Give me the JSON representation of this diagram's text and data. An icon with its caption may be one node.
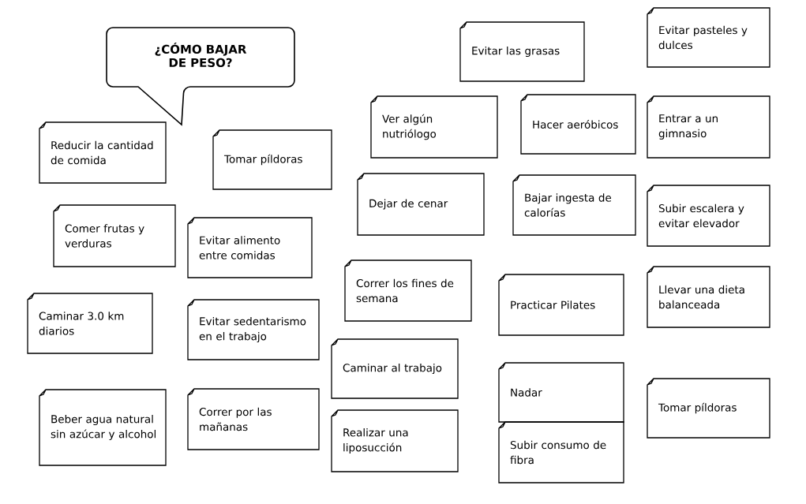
{
  "diagram": {
    "nodes": [
      {
        "text": [
          "¿CÓMO BAJAR DE PESO?"
        ]
      },
      {
        "text": [
          "Reducir la cantidad de comida"
        ]
      },
      {
        "text": [
          "Tomar píldoras"
        ]
      },
      {
        "text": [
          "Comer frutas y verduras"
        ]
      },
      {
        "text": [
          "Evitar alimento entre comidas"
        ]
      },
      {
        "text": [
          "Caminar 3.0 km diarios"
        ]
      },
      {
        "text": [
          "Evitar sedentarismo en el trabajo"
        ]
      },
      {
        "text": [
          "Beber agua natural sin azúcar y alcohol"
        ]
      },
      {
        "text": [
          "Correr por las mañanas"
        ]
      },
      {
        "text": [
          "Evitar las grasas"
        ]
      },
      {
        "text": [
          "Ver algún nutriólogo"
        ]
      },
      {
        "text": [
          "Hacer aeróbicos"
        ]
      },
      {
        "text": [
          "Dejar de cenar"
        ]
      },
      {
        "text": [
          "Bajar ingesta de calorías"
        ]
      },
      {
        "text": [
          "Correr los fines de semana"
        ]
      },
      {
        "text": [
          "Practicar Pilates"
        ]
      },
      {
        "text": [
          "Caminar al trabajo"
        ]
      },
      {
        "text": [
          "Nadar"
        ]
      },
      {
        "text": [
          "Realizar una liposucción"
        ]
      },
      {
        "text": [
          "Subir consumo de fibra"
        ]
      },
      {
        "text": [
          "Evitar pasteles y dulces"
        ]
      },
      {
        "text": [
          "Entrar a un gimnasio"
        ]
      },
      {
        "text": [
          "Subir escalera y evitar elevador"
        ]
      },
      {
        "text": [
          "Llevar una dieta balanceada"
        ]
      },
      {
        "text": [
          "Tomar píldoras"
        ]
      }
    ],
    "edges": []
  }
}
